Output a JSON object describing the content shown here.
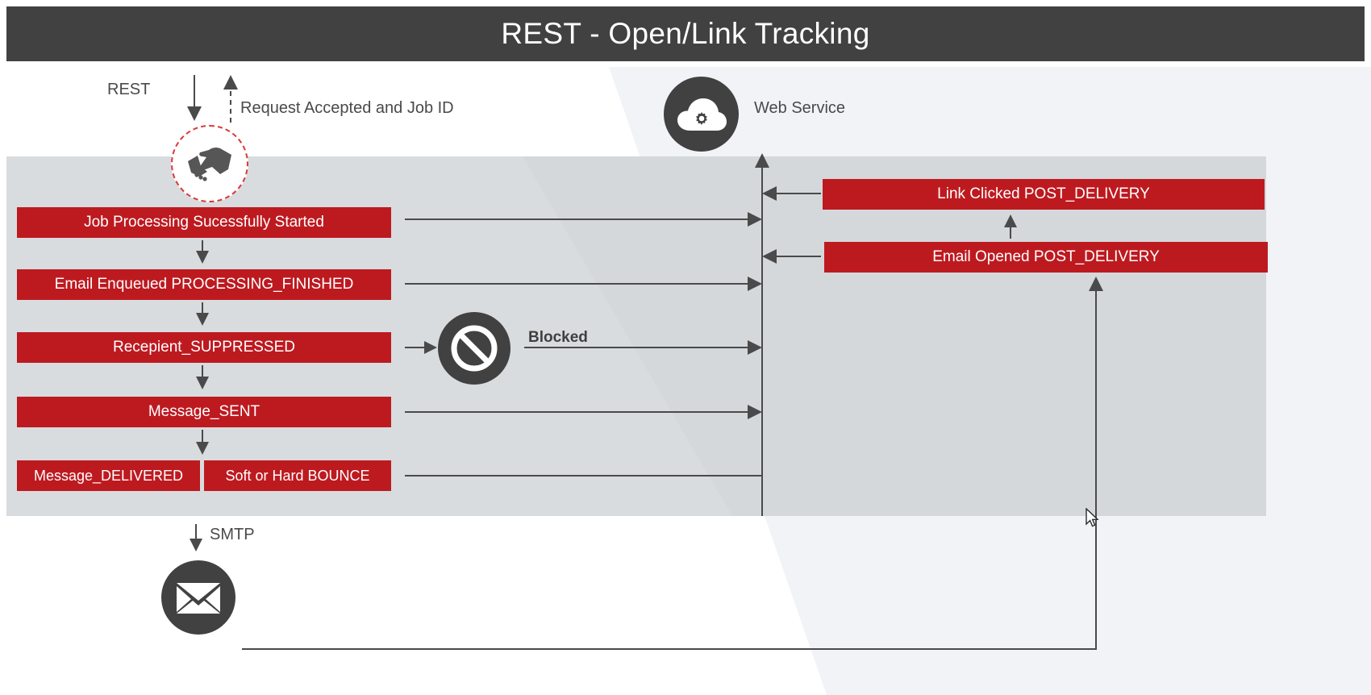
{
  "title": {
    "text": "REST - Open/Link Tracking"
  },
  "colors": {
    "title_bar": "#414141",
    "red_box": "#bd1a20",
    "panel_gray": "#d8dcdf",
    "panel_light": "#f1f3f7",
    "connector": "#4a4a4a",
    "dashed_circle": "#d93a3a"
  },
  "labels": {
    "rest": "REST",
    "request_accepted": "Request Accepted and Job ID",
    "web_service": "Web Service",
    "blocked": "Blocked",
    "smtp": "SMTP"
  },
  "icons": {
    "handshake": "handshake-icon",
    "cloud_gear": "cloud-gear-icon",
    "blocked": "no-entry-icon",
    "envelope": "envelope-icon"
  },
  "flow_boxes": [
    {
      "id": "job-processing",
      "label": "Job Processing Sucessfully Started"
    },
    {
      "id": "email-enqueued",
      "label": "Email Enqueued PROCESSING_FINISHED"
    },
    {
      "id": "recipient-suppressed",
      "label": "Recepient_SUPPRESSED"
    },
    {
      "id": "message-sent",
      "label": "Message_SENT"
    },
    {
      "id": "message-delivered",
      "label": "Message_DELIVERED"
    },
    {
      "id": "bounce",
      "label": "Soft or Hard BOUNCE"
    }
  ],
  "tracking_boxes": [
    {
      "id": "link-clicked",
      "label": "Link Clicked POST_DELIVERY"
    },
    {
      "id": "email-opened",
      "label": "Email Opened POST_DELIVERY"
    }
  ]
}
